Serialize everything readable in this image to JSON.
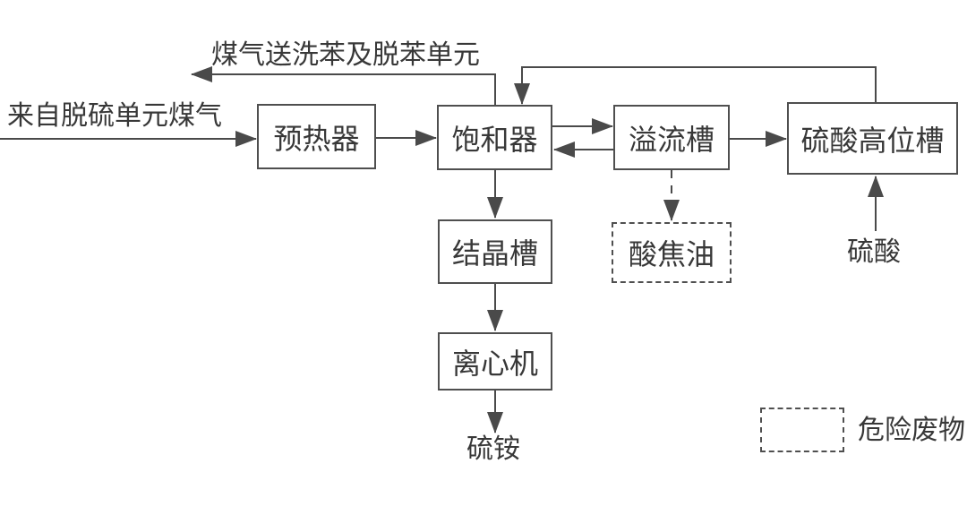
{
  "colors": {
    "line": "#4a4a4a",
    "border": "#4f4f4f",
    "text": "#383838",
    "background": "#ffffff"
  },
  "nodes": {
    "preheater": {
      "label": "预热器",
      "style": "solid"
    },
    "saturator": {
      "label": "饱和器",
      "style": "solid"
    },
    "overflow_tank": {
      "label": "溢流槽",
      "style": "solid"
    },
    "acid_head_tank": {
      "label": "硫酸高位槽",
      "style": "solid"
    },
    "crystallizer": {
      "label": "结晶槽",
      "style": "solid"
    },
    "centrifuge": {
      "label": "离心机",
      "style": "solid"
    },
    "acid_tar": {
      "label": "酸焦油",
      "style": "dashed"
    }
  },
  "labels": {
    "feed_gas": "来自脱硫单元煤气",
    "gas_to_benzene_unit": "煤气送洗苯及脱苯单元",
    "sulfuric_acid": "硫酸",
    "ammonium_sulfate": "硫铵"
  },
  "legend": {
    "hazardous_waste": "危险废物"
  }
}
